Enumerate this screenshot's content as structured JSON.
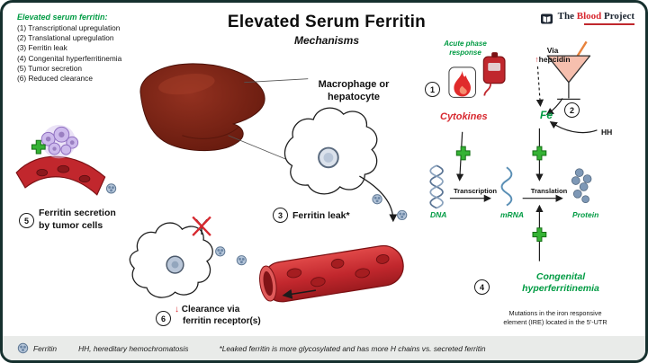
{
  "colors": {
    "green": "#009b43",
    "red": "#d7282f",
    "frame": "#16302e",
    "vessel_red": "#c1272d",
    "ferritin_blue": "#b3c4d8"
  },
  "header": {
    "title": "Elevated Serum Ferritin",
    "subtitle": "Mechanisms"
  },
  "logo": {
    "the": "The",
    "blood": "Blood",
    "project": "Project"
  },
  "key": {
    "heading": "Elevated serum ferritin:",
    "items": [
      "(1) Transcriptional upregulation",
      "(2) Translational upregulation",
      "(3) Ferritin leak",
      "(4) Congenital hyperferritinemia",
      "(5) Tumor secretion",
      "(6) Reduced clearance"
    ]
  },
  "steps": [
    "1",
    "2",
    "3",
    "4",
    "5",
    "6"
  ],
  "labels": {
    "macrophage1": "Macrophage or",
    "macrophage2": "hepatocyte",
    "acute1": "Acute phase",
    "acute2": "response",
    "via": "Via",
    "hepcidin": "hepcidin",
    "up_arrow": "↑",
    "down_arrow": "↓",
    "cytokines": "Cytokines",
    "fe": "Fe",
    "hh": "HH",
    "transcription": "Transcription",
    "translation": "Translation",
    "dna": "DNA",
    "mrna": "mRNA",
    "protein": "Protein",
    "ferritin_leak": "Ferritin leak*",
    "secretion1": "Ferritin secretion",
    "secretion2": "by tumor cells",
    "clearance1": "Clearance via",
    "clearance2": "ferritin receptor(s)",
    "congenital1": "Congenital",
    "congenital2": "hyperferritinemia",
    "mutations1": "Mutations in the iron responsive",
    "mutations2": "element (IRE) located in the 5'-UTR"
  },
  "footer": {
    "ferritin": "Ferritin",
    "hh_note": "HH, hereditary hemochromatosis",
    "leak_note": "*Leaked ferritin is more glycosylated and has more H chains vs. secreted ferritin"
  }
}
